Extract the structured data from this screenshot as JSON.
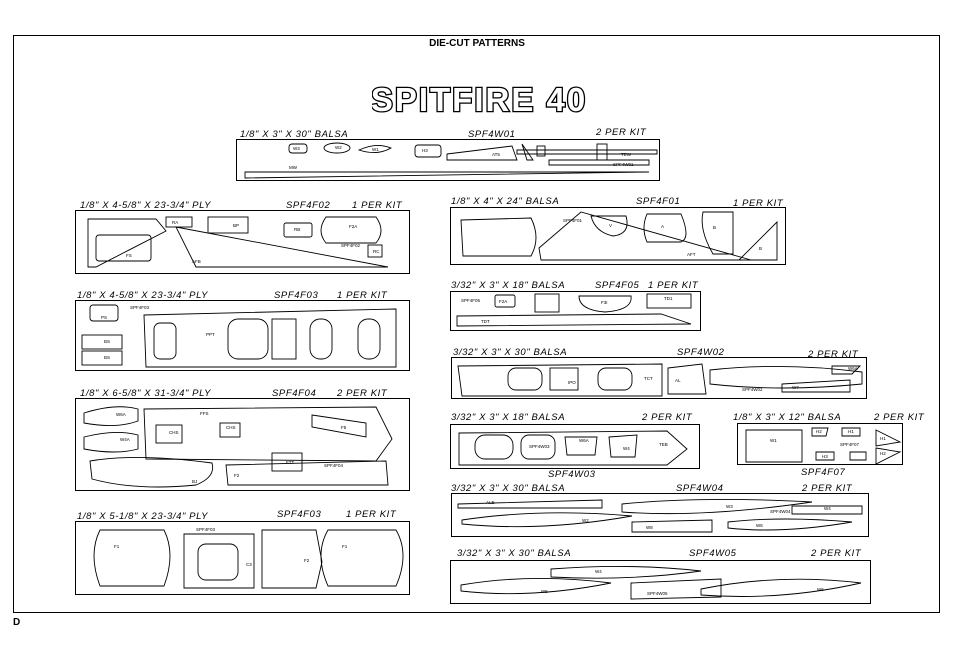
{
  "page_title": "DIE-CUT PATTERNS",
  "logo_text": "SPITFIRE 40",
  "corner_letter": "D",
  "sheets": {
    "w01": {
      "material": "1/8\" X 3\" X 30\" BALSA",
      "code": "SPF4W01",
      "qty": "2 PER KIT"
    },
    "f02": {
      "material": "1/8\" X 4-5/8\" X 23-3/4\" PLY",
      "code": "SPF4F02",
      "qty": "1 PER KIT"
    },
    "f01": {
      "material": "1/8\" X 4\" X 24\" BALSA",
      "code": "SPF4F01",
      "qty": "1 PER KIT"
    },
    "f05": {
      "material": "3/32\" X 3\" X 18\" BALSA",
      "code": "SPF4F05",
      "qty": "1 PER KIT"
    },
    "f03": {
      "material": "1/8\" X 4-5/8\" X 23-3/4\" PLY",
      "code": "SPF4F03",
      "qty": "1 PER KIT"
    },
    "w02": {
      "material": "3/32\" X 3\" X 30\" BALSA",
      "code": "SPF4W02",
      "qty": "2 PER KIT"
    },
    "f04": {
      "material": "1/8\" X 6-5/8\" X 31-3/4\" PLY",
      "code": "SPF4F04",
      "qty": "2 PER KIT"
    },
    "w03": {
      "material": "3/32\" X 3\" X 18\" BALSA",
      "code": "SPF4W03",
      "qty": "2 PER KIT"
    },
    "f07": {
      "material": "1/8\" X 3\" X 12\" BALSA",
      "code": "SPF4F07",
      "qty": "2 PER KIT"
    },
    "w04": {
      "material": "3/32\" X 3\" X 30\" BALSA",
      "code": "SPF4W04",
      "qty": "2 PER KIT"
    },
    "f03b": {
      "material": "1/8\" X 5-1/8\" X 23-3/4\" PLY",
      "code": "SPF4F03",
      "qty": "1 PER KIT"
    },
    "w05": {
      "material": "3/32\" X 3\" X 30\" BALSA",
      "code": "SPF4W05",
      "qty": "2 PER KIT"
    }
  },
  "parts": {
    "w01": [
      "W3",
      "W2",
      "W1",
      "H3",
      "AT5",
      "TEW",
      "MW",
      "SPF4W01"
    ],
    "f02": [
      "RA",
      "BP",
      "RB",
      "F2A",
      "SPF4F02",
      "RC",
      "FS",
      "AFB"
    ],
    "f01": [
      "SPF4F01",
      "V",
      "A",
      "B",
      "B",
      "AFT"
    ],
    "f05": [
      "SPF4F05",
      "F2A",
      "F3I",
      "TD1",
      "TDT"
    ],
    "f03": [
      "SPF4F03",
      "PS",
      "BS",
      "BS",
      "PPT"
    ],
    "w02": [
      "IPO",
      "TCT",
      "AL",
      "W7",
      "SPF4W02",
      "W6A"
    ],
    "f04": [
      "W6A",
      "W4A",
      "CHS",
      "CHS",
      "FFS",
      "F5",
      "BJ",
      "FTT",
      "SPF4F04",
      "F2"
    ],
    "w03": [
      "SPF4W03",
      "W6A",
      "W4",
      "TEB"
    ],
    "f07": [
      "W1",
      "H2",
      "H1",
      "SPF4F07",
      "H1",
      "H2",
      "H3"
    ],
    "w04": [
      "ALE",
      "W2",
      "W3",
      "SPF4W04",
      "W8",
      "W6",
      "W4"
    ],
    "f03b": [
      "SPF4F03",
      "F1",
      "F1",
      "C3",
      "F2"
    ],
    "w05": [
      "W4",
      "W5",
      "SPF4W05",
      "W6"
    ]
  }
}
